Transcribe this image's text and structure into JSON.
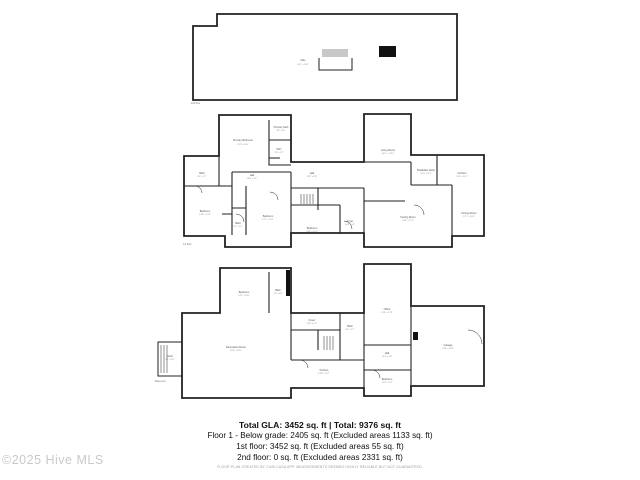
{
  "summary": {
    "total": "Total GLA: 3452 sq. ft | Total: 9376 sq. ft",
    "floor1": "Floor 1 - Below grade: 2405 sq. ft (Excluded areas 1133 sq. ft)",
    "floor2": "1st floor: 3452 sq. ft (Excluded areas 55 sq. ft)",
    "floor3": "2nd floor: 0 sq. ft (Excluded areas 2331 sq. ft)"
  },
  "disclaimer": "FLOOR PLAN CREATED BY CUBI.CASA APP. MEASUREMENTS DEEMED HIGHLY RELIABLE BUT NOT GUARANTEED.",
  "watermark": "©2025 Hive MLS",
  "attic": {
    "label": "Attic",
    "sub": "49'1\" x 14'6\"",
    "tag": "2nd floor"
  },
  "first_floor": {
    "tag": "1st floor",
    "rooms": {
      "primary_bedroom": {
        "label": "Primary Bedroom",
        "sub": "16'2\" x 14'0\""
      },
      "primary_bath": {
        "label": "Primary bath",
        "sub": "9'8\" x 6'0\""
      },
      "wic": {
        "label": "WIC",
        "sub": "5'0\" x 5'2\""
      },
      "bath_w": {
        "label": "Bath",
        "sub": "9'0\" x 7'2\""
      },
      "hall_w": {
        "label": "Hall",
        "sub": "18'0\" x 3'7\""
      },
      "bedroom_w": {
        "label": "Bedroom",
        "sub": "14'8\" x 13'2\""
      },
      "bath_mid": {
        "label": "Bath",
        "sub": "6'7\" x 5'2\""
      },
      "bedroom_mid": {
        "label": "Bedroom",
        "sub": "12'1\" x 12'0\""
      },
      "hall_c": {
        "label": "Hall",
        "sub": "22'8\" x 3'8\""
      },
      "bedroom_c": {
        "label": "Bedroom",
        "sub": "13'8\" x 11'9\""
      },
      "foyer": {
        "label": "Foyer",
        "sub": "10'6\" x 9'9\""
      },
      "living_room": {
        "label": "Living Room",
        "sub": "14'6\" x 17'10\""
      },
      "breakfast_nook": {
        "label": "Breakfast Nook",
        "sub": "10'0\" x 11'2\""
      },
      "kitchen": {
        "label": "Kitchen",
        "sub": "13'6\" x 11'4\""
      },
      "family_room": {
        "label": "Family Room",
        "sub": "18'8\" x 17'1\""
      },
      "dining_room": {
        "label": "Dining Room",
        "sub": "12'7\" x 10'6\""
      }
    }
  },
  "basement": {
    "tag": "Basement",
    "rooms": {
      "bedroom_top": {
        "label": "Bedroom",
        "sub": "14'7\" x 13'0\""
      },
      "bath_top": {
        "label": "Bath",
        "sub": "7'0\" x 6'8\""
      },
      "recreation_room": {
        "label": "Recreation Room",
        "sub": "26'0\" x 22'0\""
      },
      "deck": {
        "label": "Deck",
        "sub": "9'6\" x 6'0\""
      },
      "foyer": {
        "label": "Foyer",
        "sub": "10'8\" x 6'0\""
      },
      "bath_c": {
        "label": "Bath",
        "sub": "6'8\" x 5'7\""
      },
      "office": {
        "label": "Office",
        "sub": "14'8\" x 17'8\""
      },
      "hall": {
        "label": "Hall",
        "sub": "10'4\" x 3'8\""
      },
      "garage": {
        "label": "Garage",
        "sub": "22'4\" x 23'8\""
      },
      "kitchen": {
        "label": "Kitchen",
        "sub": "13'8\" x 14'7\""
      },
      "bedroom_low": {
        "label": "Bedroom",
        "sub": "12'8\" x 9'3\""
      }
    }
  }
}
